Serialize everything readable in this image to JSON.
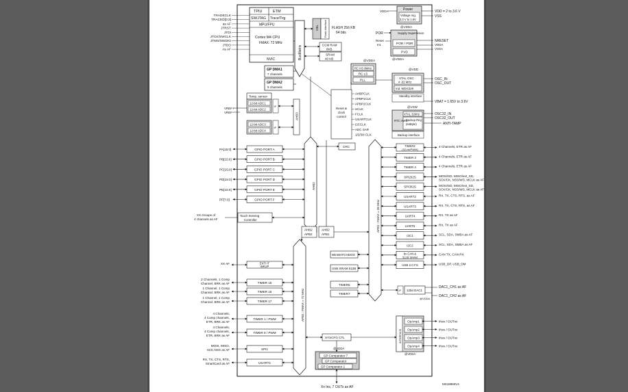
{
  "diagram": {
    "core": {
      "tpiu": "TPIU",
      "etm": "ETM",
      "swjtag": "SW/JTAG",
      "trace_trig": "Trace/Trig",
      "mpu_fpu": "MPU/FPU",
      "cpu": "Cortex M4 CPU",
      "fmax": "FMAX: 72 MHz",
      "nvic": "NVIC"
    },
    "left_signals": [
      "TRADECLK",
      "TRACED[0:3]",
      "as AF",
      "JTRST",
      "JTDI",
      "JTCK/SWCLK",
      "JTMS/SWDIO",
      "JTDO",
      "As AF"
    ],
    "memory": {
      "obl": "OBL",
      "flash_if": "Flash interface",
      "flash": "FLASH 256 KB",
      "flash_bits": "64 bits",
      "ccm": "CCM RAM",
      "ccm_size": "8KB",
      "sram": "SRAM",
      "sram_size": "40 KB",
      "busmatrix": "BusMatrix"
    },
    "power": {
      "title": "Power",
      "vreg": "Voltage reg.",
      "vreg_range": "3.3 V to 1.8V",
      "vdda": "@VDDA",
      "supply_sup": "Supply Supervision",
      "por": "POR",
      "reset": "Reset",
      "int": "Int.",
      "por_pdr": "POR / PDR",
      "pvd": "PVD",
      "vdd_range": "VDD = 2 to 3.6 V",
      "vss": "VSS",
      "nreset": "NRESET",
      "vdda_r": "VDDA",
      "vssa": "VSSA"
    },
    "clock": {
      "rc_hs": "RC HS 8MHz",
      "rc_ls": "RC LS",
      "pll": "PLL",
      "xtal": "XTAL OSC",
      "xtal_range": "4 -32 MHz",
      "iwdg": "Ind. WDG32K",
      "standby": "Standby interface",
      "osc_in": "OSC_IN",
      "osc_out": "OSC_OUT",
      "vbat_range": "VBAT = 1.65V to 3.6V",
      "vdd_at": "@VDD",
      "vsw": "@VSW",
      "xtal32": "XTAL 32kHz",
      "backup_reg": "Backup Reg",
      "backup_size": "(64Byte)",
      "rtc": "RTC AWU",
      "backup_if": "Backup interface",
      "osc32_in": "OSC32_IN",
      "osc32_out": "OSC32_OUT",
      "anti_tamp": "ANTI-TAMP",
      "reset_clock": [
        "Reset &",
        "clock",
        "control"
      ],
      "clk_lines": [
        "AHBPCLK",
        "APBP1CLK",
        "APBP2CLK",
        "HCLK",
        "FCLK",
        "USARTCLK",
        "I2CCLK",
        "ADC SAR",
        "1/2/3/4 CLK"
      ]
    },
    "dma": {
      "gp1": "GP DMA1",
      "gp1_ch": "7 channels",
      "gp2": "GP DMA2",
      "gp2_ch": "5 channels"
    },
    "adc": {
      "temp": "Temp. sensor",
      "adc1": "12-bit ADC1",
      "adc2": "12-bit ADC2",
      "adc3": "12-bit ADC3",
      "adc4": "12-bit ADC4",
      "vref": "VREF+",
      "vrefm": "VREF-",
      "if1": "IF",
      "if2": "IF",
      "ahb3": "AHB3"
    },
    "gpio": {
      "ports": [
        "GPIO PORT A",
        "GPIO PORT B",
        "GPIO PORT C",
        "GPIO PORT D",
        "GPIO PORT E",
        "GPIO PORT F"
      ],
      "pins": [
        "PA[15:0]",
        "PB[15:0]",
        "PC[15:0]",
        "PD[15:0]",
        "PE[15:0]",
        "PF[7:0]"
      ],
      "ahb2": "AHB2"
    },
    "crc": "CRC",
    "touch": {
      "label": "Touch Sensing Controller",
      "left": [
        "XX Groups of",
        "4 channels as AF"
      ]
    },
    "bridges": {
      "ahb2_apb2": [
        "AHB2",
        "APB2"
      ],
      "ahb2_apb1": [
        "AHB2",
        "APB1"
      ]
    },
    "apb1_label": "APB1 : FMAX = 36 MHz",
    "apb2_label": "APB2 : FMAX = 72 MHz",
    "apb1_periph": [
      {
        "name": "TIMER2",
        "sub": "(32-bit/PWM)",
        "sig": "4 Channels, ETR as AF"
      },
      {
        "name": "TIMER 3",
        "sub": "",
        "sig": "4 Channels, ETR as AF"
      },
      {
        "name": "TIMER 4",
        "sub": "",
        "sig": "4 Channels, ETR as AF"
      },
      {
        "name": "SPI2/I2S",
        "sub": "",
        "sig": "MOSI/SD, MISO/ext_SD, SCK/CK, NSS/WS, MCLK as AF"
      },
      {
        "name": "SPI3/I2S",
        "sub": "",
        "sig": "MOSI/SD, MISO/ext_SD, SCK/CK, NSS/WS, MCLK as AF"
      },
      {
        "name": "USART2",
        "sub": "",
        "sig": "RX, TX, CTS, RTS, as AF"
      },
      {
        "name": "USART3",
        "sub": "",
        "sig": "RX, TX, CTS, RTS, as AF"
      },
      {
        "name": "UART4",
        "sub": "",
        "sig": "RX, TX as AF"
      },
      {
        "name": "UART5",
        "sub": "",
        "sig": "RX, TX as AF"
      },
      {
        "name": "I2C1",
        "sub": "",
        "sig": "SCL, SDA, SMBA as AF"
      },
      {
        "name": "I2C2",
        "sub": "",
        "sig": "SCL, SDA, SMBA as AF"
      },
      {
        "name": "bx CAN &",
        "sub": "512B SRAM",
        "sig": "CAN TX, CAN RX"
      },
      {
        "name": "USB 2.0 FS",
        "sub": "",
        "sig": "USB_DP, USB_DM"
      }
    ],
    "mid_blocks": {
      "wwdg": "WinWATCHDOG",
      "usb_sram": "USB SRAM 512B",
      "timer6": "TIMER6",
      "timer7": "TIMER7",
      "if": "IF",
      "dac1": "12bit DAC1",
      "dac_ch1": "DAC1_CH1 as AF",
      "dac_ch2": "DAC1_CH2 as AF",
      "vdda": "@VDDA"
    },
    "apb2_periph": [
      {
        "name": "EXTI WKUP",
        "sig": [
          "XX AF"
        ]
      },
      {
        "name": "TIMER 15",
        "sig": [
          "2 Channels, 1 Comp",
          "Channel, BRK as AF"
        ]
      },
      {
        "name": "TIMER 16",
        "sig": [
          "1 Channel, 1 Comp",
          "Channel, BRK as AF"
        ]
      },
      {
        "name": "TIMER 17",
        "sig": [
          "1 Channel, 1 Comp",
          "Channel, BRK as AF"
        ]
      },
      {
        "name": "TIMER 1 / PWM",
        "sig": [
          "4 Channels,",
          "4 Comp channels,",
          "ETR, BRK as AF"
        ]
      },
      {
        "name": "TIMER 8 / PWM",
        "sig": [
          "4 Channels,",
          "4 Comp channels,",
          "ETR, BRK as AF"
        ]
      },
      {
        "name": "SPI1",
        "sig": [
          "MOSI, MISO,",
          "SCK,NSS as AF"
        ]
      },
      {
        "name": "USART1",
        "sig": [
          "RX, TX, CTS, RTS,",
          "SmartCard as AF"
        ]
      }
    ],
    "syscfg": "SYSCFG CTL",
    "opamps": {
      "labels": [
        "OpAmp1",
        "OpAmp2",
        "OpAmp3",
        "OpAmp4"
      ],
      "interface": "INTERFACE",
      "vdda": "@VDDA",
      "io": "INxx / OUTxx"
    },
    "comparators": {
      "labels": [
        "GP Comparator 7",
        "GP Comparator",
        "GP Comparator 1"
      ],
      "vdda": "@VDDA",
      "bottom": "Xx Ins, 7 OUTs as AF"
    },
    "ref": "MS18960V4"
  }
}
